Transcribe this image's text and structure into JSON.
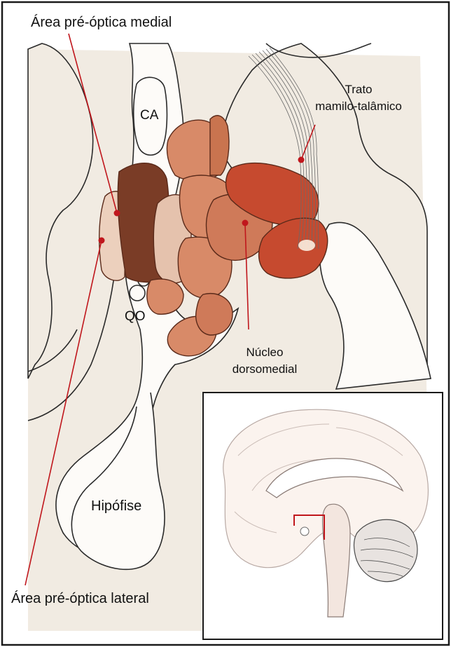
{
  "labels": {
    "area_preoptica_medial": "Área pré-óptica medial",
    "trato_line1": "Trato",
    "trato_line2": "mamilo-talâmico",
    "ca": "CA",
    "qo": "QO",
    "nucleo_line1": "Núcleo",
    "nucleo_line2": "dorsomedial",
    "hipofise": "Hipófise",
    "area_preoptica_lateral": "Área pré-óptica lateral"
  },
  "colors": {
    "background_tint": "#f1ebe2",
    "structure_fill": "#fdfbf8",
    "dark_brown": "#7a3c26",
    "light_pink": "#e5c2ad",
    "salmon": "#d88a68",
    "red_brown": "#c64a2f",
    "leader_line": "#c0161c",
    "outline": "#2a2a2a"
  },
  "inset": {
    "description_icon": "brain-sagittal-icon"
  }
}
